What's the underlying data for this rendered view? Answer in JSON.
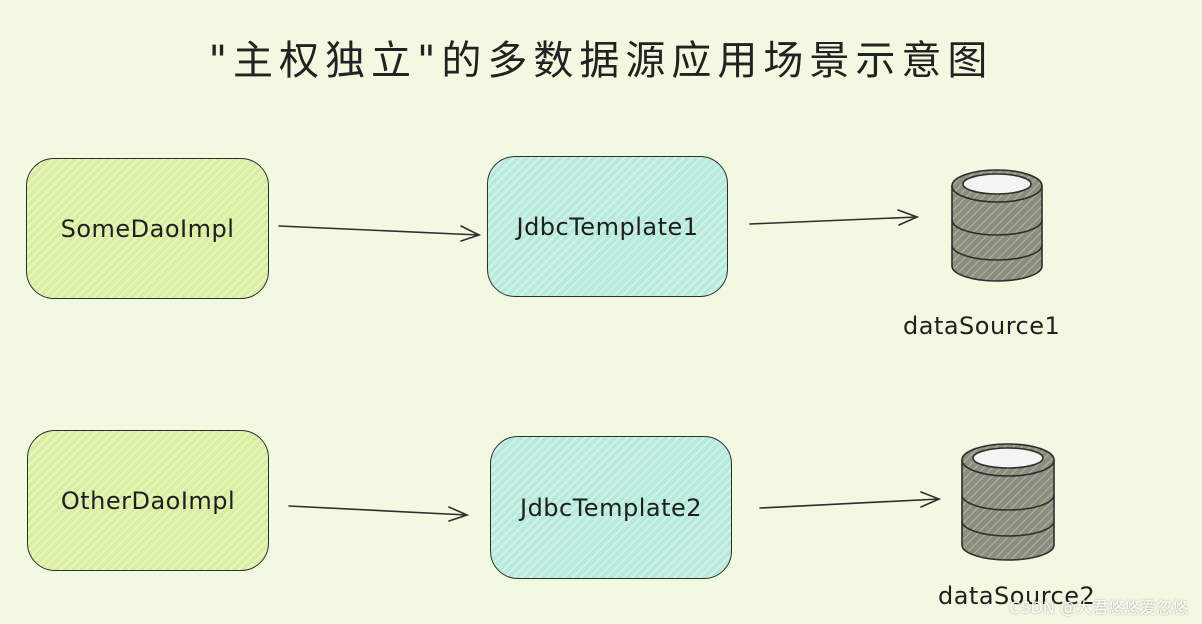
{
  "title": "\"主权独立\"的多数据源应用场景示意图",
  "rows": [
    {
      "dao": "SomeDaoImpl",
      "template": "JdbcTemplate1",
      "datasource": "dataSource1"
    },
    {
      "dao": "OtherDaoImpl",
      "template": "JdbcTemplate2",
      "datasource": "dataSource2"
    }
  ],
  "watermark": "CSDN @大君悠悠爱忽悠",
  "colors": {
    "background": "#f1f9e1",
    "dao_fill": "#d8ef9f",
    "template_fill": "#b6eadb",
    "database_fill": "#8a8f7e",
    "database_top": "#f4f4f4",
    "stroke": "#2e2e2e"
  }
}
